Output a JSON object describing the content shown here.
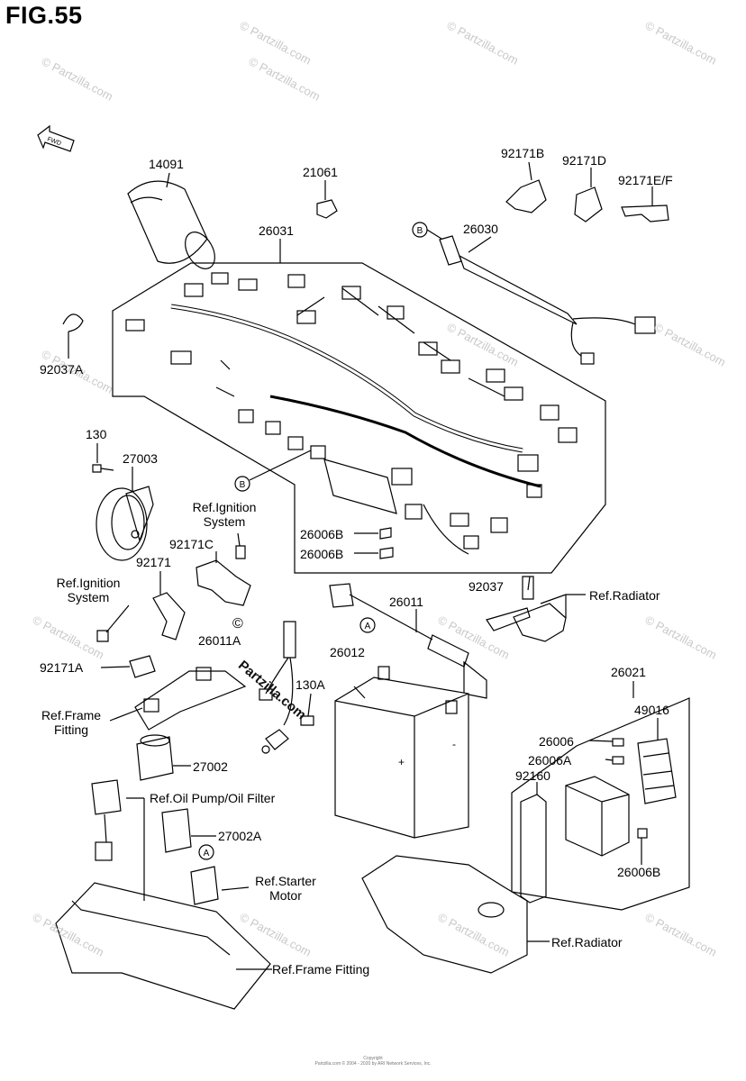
{
  "title": "FIG.55",
  "fwd_label": "FWD",
  "labels": {
    "p14091": "14091",
    "p21061": "21061",
    "p92171B": "92171B",
    "p92171D": "92171D",
    "p92171EF": "92171E/F",
    "p26031": "26031",
    "p26030": "26030",
    "p92037A": "92037A",
    "p130": "130",
    "p27003": "27003",
    "refIgnition1a": "Ref.Ignition",
    "refIgnition1b": "System",
    "p92171C": "92171C",
    "p92171": "92171",
    "refIgnition2a": "Ref.Ignition",
    "refIgnition2b": "System",
    "p26006B_1": "26006B",
    "p26006B_2": "26006B",
    "p92037": "92037",
    "refRadiator1": "Ref.Radiator",
    "p26011": "26011",
    "p26011A": "26011A",
    "p26012": "26012",
    "p92171A": "92171A",
    "p130A": "130A",
    "p26021": "26021",
    "refFrame1a": "Ref.Frame",
    "refFrame1b": "Fitting",
    "p49016": "49016",
    "p26006": "26006",
    "p26006A": "26006A",
    "p27002": "27002",
    "p92160": "92160",
    "refOilPump": "Ref.Oil Pump/Oil Filter",
    "p27002A": "27002A",
    "p26006B_3": "26006B",
    "refStarter_a": "Ref.Starter",
    "refStarter_b": "Motor",
    "refRadiator2": "Ref.Radiator",
    "refFrame2": "Ref.Frame Fitting",
    "circleA": "A",
    "circleB": "B"
  },
  "watermark": {
    "site": "© Partzilla.com",
    "center": "Partzilla.com"
  },
  "copyright": {
    "line1": "Copyright",
    "line2": "Partzilla.com © 2004 - 2020 by ARI Network Services, Inc."
  }
}
